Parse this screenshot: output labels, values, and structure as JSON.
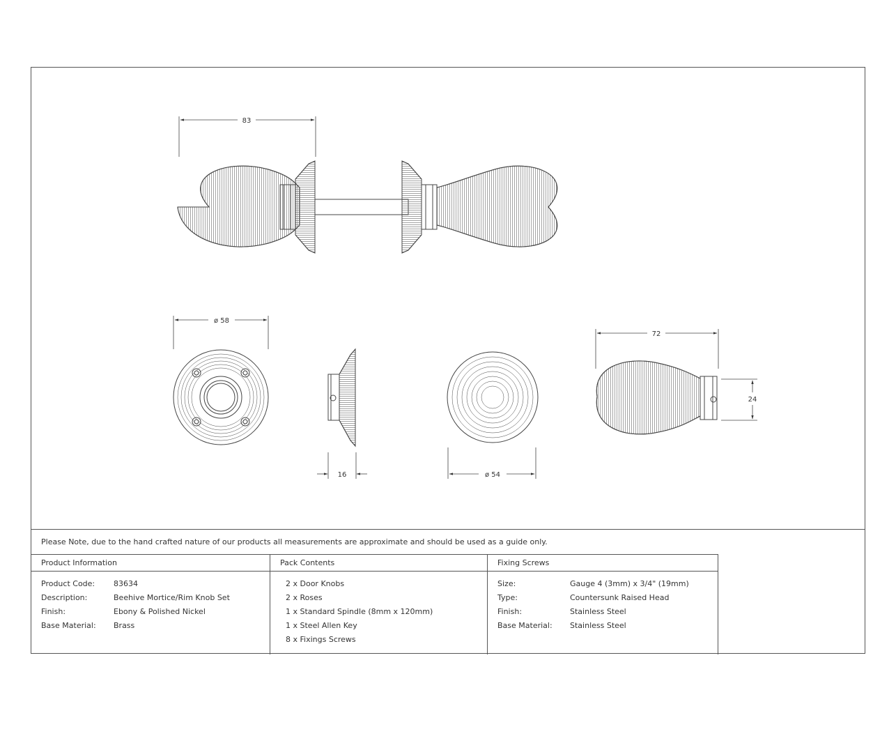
{
  "dimensions": {
    "overall_length": "83",
    "rose_diameter": "ø 58",
    "rose_depth": "16",
    "knob_diameter": "ø 54",
    "knob_length": "72",
    "neck_diameter": "24"
  },
  "note": "Please Note, due to the hand crafted nature of our products all measurements are approximate and should be used as a guide only.",
  "product_info": {
    "heading": "Product Information",
    "rows": [
      {
        "label": "Product Code:",
        "value": "83634"
      },
      {
        "label": "Description:",
        "value": "Beehive Mortice/Rim Knob Set"
      },
      {
        "label": "Finish:",
        "value": "Ebony & Polished Nickel"
      },
      {
        "label": "Base Material:",
        "value": "Brass"
      }
    ]
  },
  "pack_contents": {
    "heading": "Pack Contents",
    "items": [
      "2 x Door Knobs",
      "2 x Roses",
      "1 x Standard Spindle (8mm x 120mm)",
      "1 x Steel Allen Key",
      "8 x Fixings Screws"
    ]
  },
  "fixing_screws": {
    "heading": "Fixing Screws",
    "rows": [
      {
        "label": "Size:",
        "value": "Gauge 4 (3mm) x 3/4\" (19mm)"
      },
      {
        "label": "Type:",
        "value": "Countersunk Raised Head"
      },
      {
        "label": "Finish:",
        "value": "Stainless Steel"
      },
      {
        "label": "Base Material:",
        "value": "Stainless Steel"
      }
    ]
  }
}
